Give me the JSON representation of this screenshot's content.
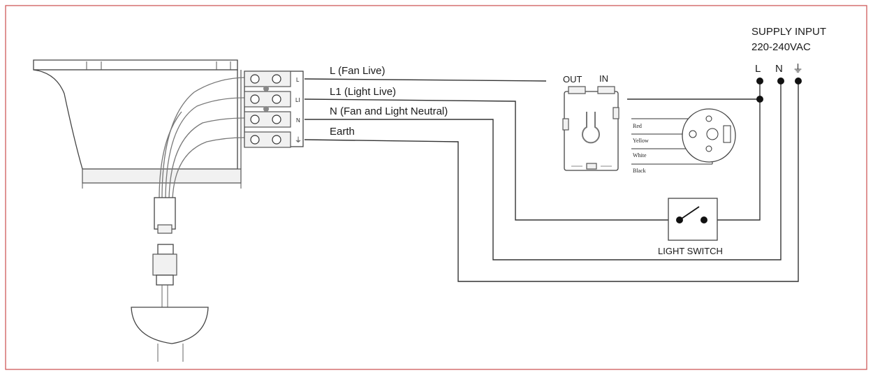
{
  "supply": {
    "title": "SUPPLY INPUT",
    "voltage": "220-240VAC",
    "terminals": [
      "L",
      "N",
      "⏚"
    ]
  },
  "terminal_block": {
    "markers": [
      "L",
      "LI",
      "N",
      "⏚"
    ]
  },
  "wires": {
    "fan_live": "L (Fan Live)",
    "light_live": "L1 (Light Live)",
    "neutral": "N (Fan and Light Neutral)",
    "earth": "Earth"
  },
  "receiver": {
    "out_label": "OUT",
    "in_label": "IN",
    "lead_colors": [
      "Red",
      "Yellow",
      "White",
      "Black"
    ]
  },
  "switch": {
    "label": "LIGHT SWITCH"
  },
  "icons": {
    "earth_symbol": "earth-ground-icon",
    "switch_symbol": "switch-icon"
  },
  "colors": {
    "frame": "#d05a5a",
    "line": "#333333"
  }
}
